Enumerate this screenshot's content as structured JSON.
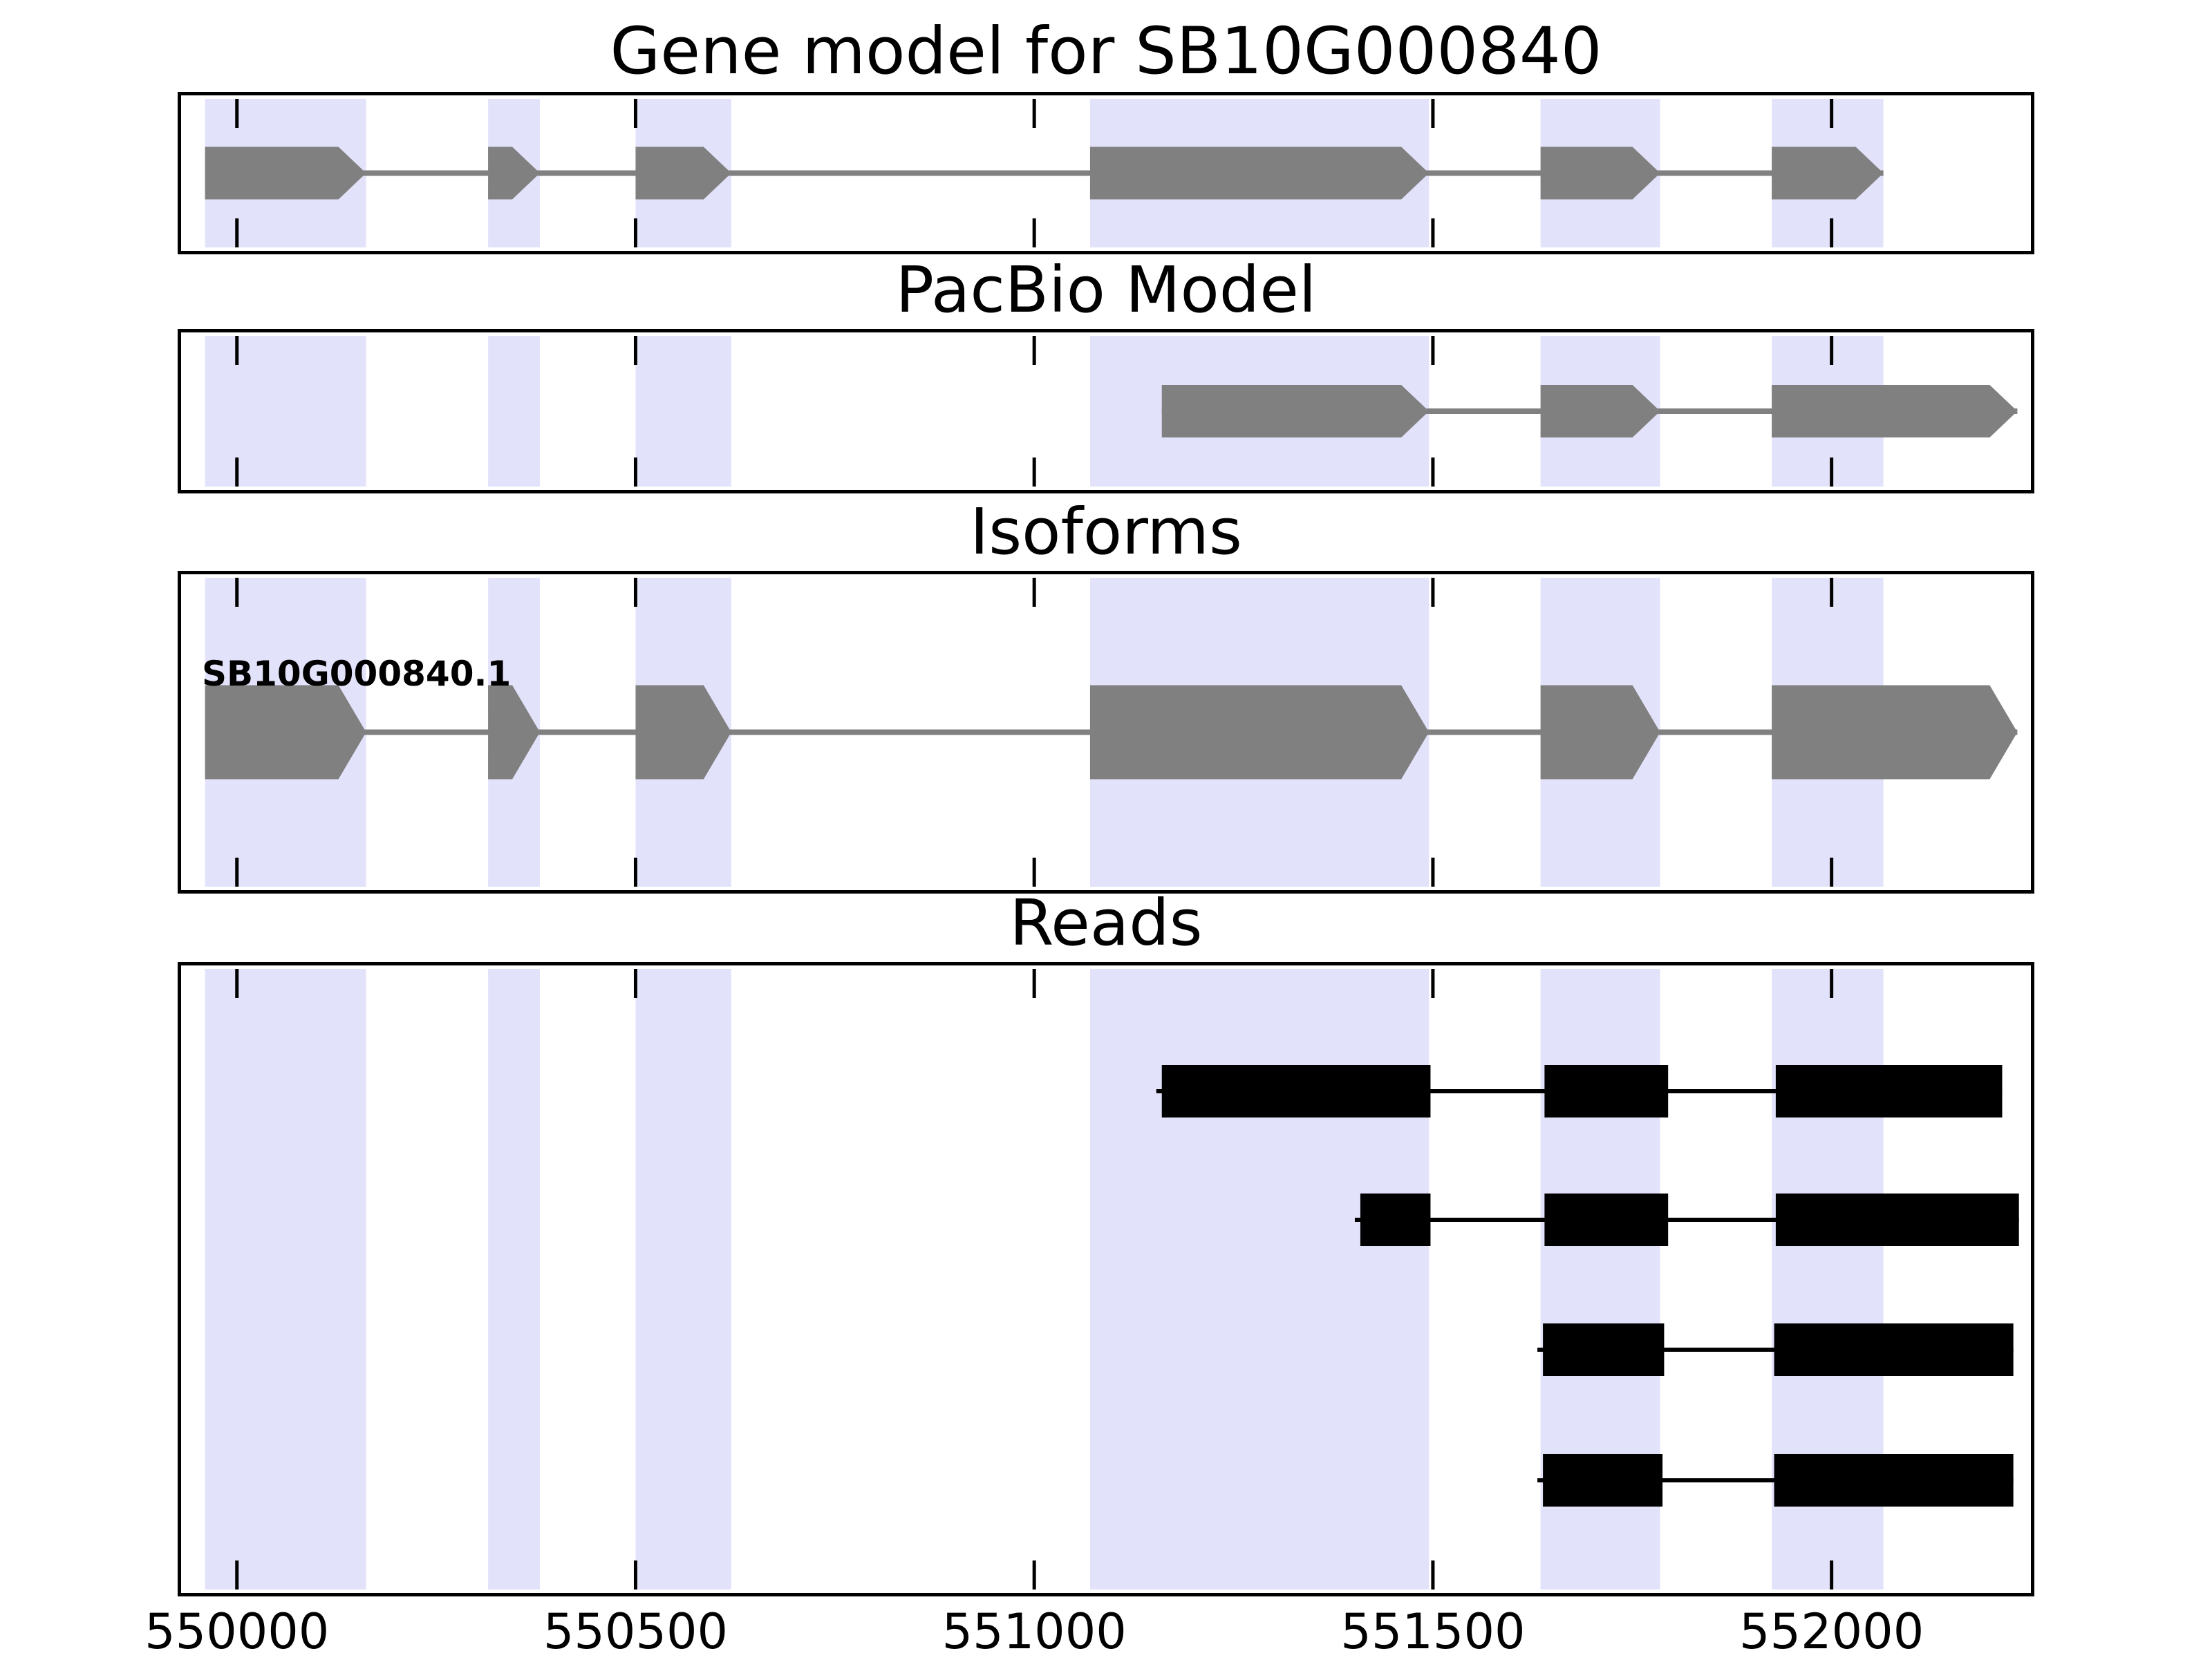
{
  "figure": {
    "titles": {
      "gene_model": "Gene model for SB10G000840",
      "pacbio": "PacBio Model",
      "isoforms": "Isoforms",
      "reads": "Reads"
    },
    "colors": {
      "exon_fill": "#808080",
      "intron_line": "#808080",
      "read_fill": "#000000",
      "highlight_band": "#e3e2fb",
      "axis": "#000000",
      "background": "#ffffff"
    }
  },
  "chart_data": {
    "type": "gene-model-tracks",
    "title": "Gene model for SB10G000840",
    "x_axis": {
      "min": 549930,
      "max": 552250,
      "tick_values": [
        550000,
        550500,
        551000,
        551500,
        552000
      ],
      "tick_labels": [
        "550000",
        "550500",
        "551000",
        "551500",
        "552000"
      ],
      "grid": false
    },
    "highlight_regions": [
      [
        549960,
        550162
      ],
      [
        550315,
        550380
      ],
      [
        550500,
        550620
      ],
      [
        551070,
        551495
      ],
      [
        551635,
        551785
      ],
      [
        551925,
        552065
      ]
    ],
    "tracks": [
      {
        "name": "gene_model",
        "title": "Gene model for SB10G000840",
        "kind": "transcript",
        "strand": "+",
        "exons": [
          [
            549960,
            550162
          ],
          [
            550315,
            550380
          ],
          [
            550500,
            550620
          ],
          [
            551070,
            551495
          ],
          [
            551635,
            551785
          ],
          [
            551925,
            552065
          ]
        ]
      },
      {
        "name": "pacbio_model",
        "title": "PacBio Model",
        "kind": "transcript",
        "strand": "+",
        "exons": [
          [
            551160,
            551495
          ],
          [
            551635,
            551785
          ],
          [
            551925,
            552233
          ]
        ]
      },
      {
        "name": "isoforms",
        "title": "Isoforms",
        "kind": "transcript",
        "strand": "+",
        "label": "SB10G000840.1",
        "exons": [
          [
            549960,
            550162
          ],
          [
            550315,
            550380
          ],
          [
            550500,
            550620
          ],
          [
            551070,
            551495
          ],
          [
            551635,
            551785
          ],
          [
            551925,
            552233
          ]
        ]
      },
      {
        "name": "reads",
        "title": "Reads",
        "kind": "reads",
        "reads": [
          {
            "blocks": [
              [
                551160,
                551497
              ],
              [
                551640,
                551795
              ],
              [
                551930,
                552214
              ]
            ]
          },
          {
            "blocks": [
              [
                551409,
                551497
              ],
              [
                551640,
                551795
              ],
              [
                551930,
                552235
              ]
            ]
          },
          {
            "blocks": [
              [
                551638,
                551790
              ],
              [
                551928,
                552228
              ]
            ]
          },
          {
            "blocks": [
              [
                551638,
                551788
              ],
              [
                551928,
                552228
              ]
            ]
          }
        ]
      }
    ]
  }
}
